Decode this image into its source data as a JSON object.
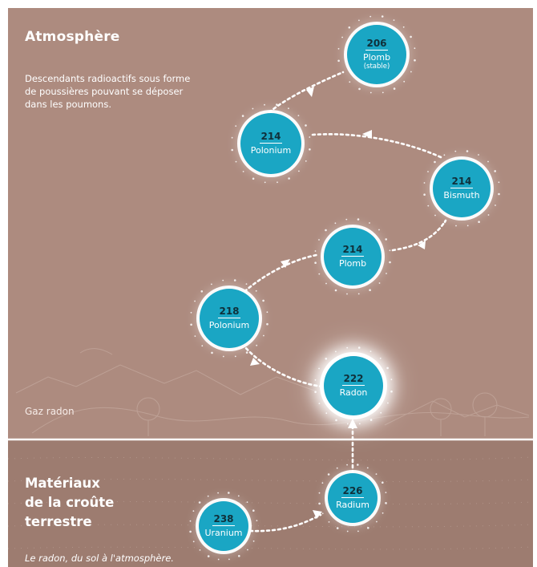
{
  "colors": {
    "sky": "#ad8b7f",
    "ground": "#9d7c70",
    "node_fill": "#1aa6c4",
    "arrow": "#ffffff",
    "text": "#ffffff"
  },
  "atmosphere": {
    "title": "Atmosphère",
    "description": [
      "Descendants radioactifs sous forme",
      "de poussières pouvant se déposer",
      "dans les poumons."
    ]
  },
  "gas_label": "Gaz radon",
  "ground": {
    "title_lines": [
      "Matériaux",
      "de la croûte",
      "terrestre"
    ]
  },
  "caption": "Le radon, du sol à l'atmosphère.",
  "nodes": [
    {
      "id": "uranium",
      "number": "238",
      "name": "Uranium",
      "note": ""
    },
    {
      "id": "radium",
      "number": "226",
      "name": "Radium",
      "note": ""
    },
    {
      "id": "radon",
      "number": "222",
      "name": "Radon",
      "note": ""
    },
    {
      "id": "polonium-218",
      "number": "218",
      "name": "Polonium",
      "note": ""
    },
    {
      "id": "plomb-214",
      "number": "214",
      "name": "Plomb",
      "note": ""
    },
    {
      "id": "bismuth-214",
      "number": "214",
      "name": "Bismuth",
      "note": ""
    },
    {
      "id": "polonium-214",
      "number": "214",
      "name": "Polonium",
      "note": ""
    },
    {
      "id": "plomb-206",
      "number": "206",
      "name": "Plomb",
      "note": "(stable)"
    }
  ]
}
